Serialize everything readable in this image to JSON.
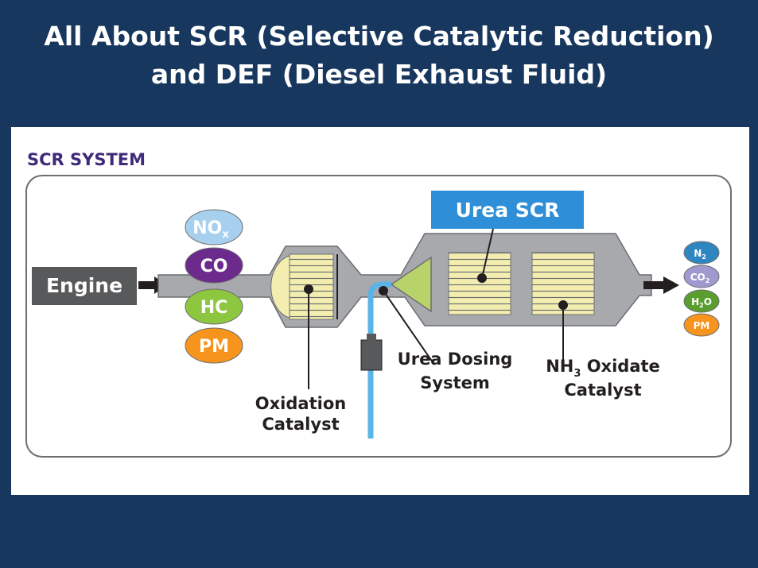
{
  "title": {
    "line1": "All About SCR (Selective Catalytic Reduction)",
    "line2": "and DEF (Diesel Exhaust Fluid)"
  },
  "diagram": {
    "heading": "SCR SYSTEM",
    "engine_label": "Engine",
    "inputs": [
      {
        "main": "NO",
        "sub": "x",
        "color": "#a7d0ee",
        "text_color": "#ffffff"
      },
      {
        "main": "CO",
        "sub": "",
        "color": "#6b2a8c",
        "text_color": "#ffffff"
      },
      {
        "main": "HC",
        "sub": "",
        "color": "#8dc63f",
        "text_color": "#ffffff"
      },
      {
        "main": "PM",
        "sub": "",
        "color": "#f7941d",
        "text_color": "#ffffff"
      }
    ],
    "outputs": [
      {
        "main": "N",
        "sub": "2",
        "color": "#2e86c1",
        "text_color": "#ffffff"
      },
      {
        "main": "CO",
        "sub": "2",
        "color": "#9e9ad0",
        "text_color": "#ffffff"
      },
      {
        "main": "H",
        "sub": "2",
        "tail": "O",
        "color": "#5a9e2f",
        "text_color": "#ffffff"
      },
      {
        "main": "PM",
        "sub": "",
        "color": "#f7941d",
        "text_color": "#ffffff"
      }
    ],
    "urea_scr_label": "Urea SCR",
    "oxidation_catalyst": {
      "line1": "Oxidation",
      "line2": "Catalyst"
    },
    "urea_dosing": {
      "line1": "Urea Dosing",
      "line2": "System"
    },
    "nh3_catalyst": {
      "prefix": "NH",
      "sub": "3",
      "suffix": " Oxidate",
      "line2": "Catalyst"
    },
    "colors": {
      "background": "#17375e",
      "engine_box": "#58595b",
      "heading": "#3d2b7a",
      "urea_box": "#2e8fd8",
      "pipe": "#a7a9ac",
      "catalyst": "#f3eeb0",
      "dosing_tube": "#5bb3e8",
      "cone": "#b9d36b"
    }
  }
}
